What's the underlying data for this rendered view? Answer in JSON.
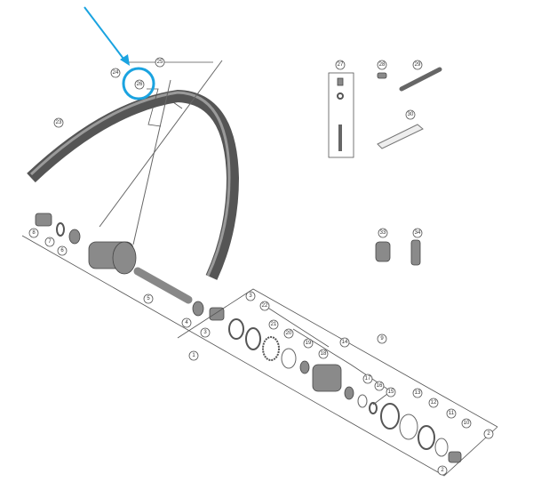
{
  "diagram": {
    "title": "Rear wheel exploded parts diagram",
    "part_labels": [
      "25",
      "24",
      "26",
      "23",
      "8",
      "7",
      "6",
      "5",
      "4",
      "3",
      "3",
      "1",
      "22",
      "21",
      "20",
      "19",
      "18",
      "14",
      "9",
      "17",
      "16",
      "15",
      "13",
      "12",
      "11",
      "10",
      "2",
      "2",
      "27",
      "28",
      "29",
      "30",
      "33",
      "34"
    ],
    "highlight": {
      "part": "26",
      "color": "#1aa3e0"
    },
    "colors": {
      "rim": "#555555",
      "parts": "#8a8a8a",
      "lines": "#555555"
    }
  }
}
